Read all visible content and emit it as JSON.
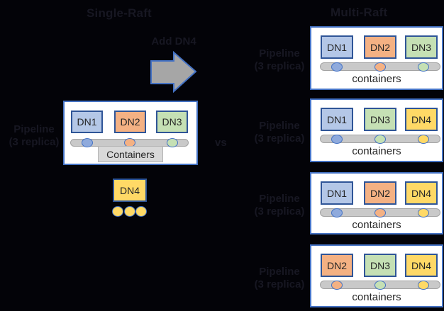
{
  "titles": {
    "left": "Single-Raft",
    "right": "Multi-Raft",
    "vs": "vs"
  },
  "arrow": {
    "label": "Add DN4"
  },
  "left_pipeline": {
    "label": {
      "line1": "Pipeline",
      "line2": "(3 replica)"
    },
    "nodes": [
      {
        "label": "DN1",
        "color": "blue"
      },
      {
        "label": "DN2",
        "color": "orange"
      },
      {
        "label": "DN3",
        "color": "green"
      }
    ],
    "containers_label": "Containers"
  },
  "added_node": {
    "label": "DN4",
    "color": "yellow"
  },
  "right_pipelines": [
    {
      "label": {
        "line1": "Pipeline",
        "line2": "(3 replica)"
      },
      "nodes": [
        {
          "label": "DN1",
          "color": "blue"
        },
        {
          "label": "DN2",
          "color": "orange"
        },
        {
          "label": "DN3",
          "color": "green"
        }
      ],
      "containers_label": "containers"
    },
    {
      "label": {
        "line1": "Pipeline",
        "line2": "(3 replica)"
      },
      "nodes": [
        {
          "label": "DN1",
          "color": "blue"
        },
        {
          "label": "DN3",
          "color": "green"
        },
        {
          "label": "DN4",
          "color": "yellow"
        }
      ],
      "containers_label": "containers"
    },
    {
      "label": {
        "line1": "Pipeline",
        "line2": "(3 replica)"
      },
      "nodes": [
        {
          "label": "DN1",
          "color": "blue"
        },
        {
          "label": "DN2",
          "color": "orange"
        },
        {
          "label": "DN4",
          "color": "yellow"
        }
      ],
      "containers_label": "containers"
    },
    {
      "label": {
        "line1": "Pipeline",
        "line2": "(3 replica)"
      },
      "nodes": [
        {
          "label": "DN2",
          "color": "orange"
        },
        {
          "label": "DN3",
          "color": "green"
        },
        {
          "label": "DN4",
          "color": "yellow"
        }
      ],
      "containers_label": "containers"
    }
  ],
  "colors": {
    "background": "#030308",
    "faint_text": "#171722",
    "box_border": "#4472c4",
    "node_border": "#2f5597",
    "node_blue": "#b4c7e7",
    "node_orange": "#f4b183",
    "node_green": "#c5e0b4",
    "node_yellow": "#ffd966",
    "dot_blue": "#8faadc",
    "bar_fill": "#c9c9c9",
    "arrow_fill": "#a6a6a6",
    "containers_button_fill": "#d9d9d9"
  }
}
